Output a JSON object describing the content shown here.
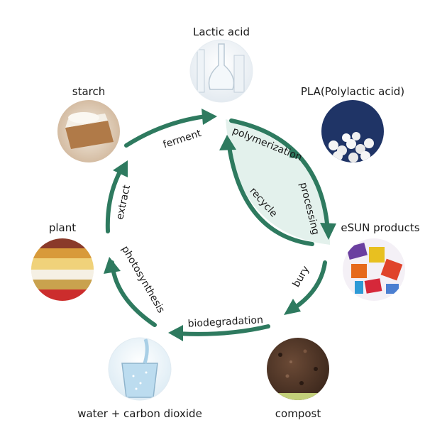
{
  "nodes": {
    "lactic_acid": "Lactic acid",
    "pla": "PLA(Polylactic acid)",
    "esun_products": "eSUN products",
    "compost": "compost",
    "water_co2": "water + carbon dioxide",
    "plant": "plant",
    "starch": "starch"
  },
  "edges": {
    "ferment": "ferment",
    "polymerization": "polymerization",
    "processing": "processing",
    "recycle": "recycle",
    "bury": "bury",
    "biodegradation": "biodegradation",
    "photosynthesis": "photosynthesis",
    "extract": "extract"
  },
  "colors": {
    "arrow": "#2e7a5f",
    "lens_fill": "#e3f1ec"
  }
}
